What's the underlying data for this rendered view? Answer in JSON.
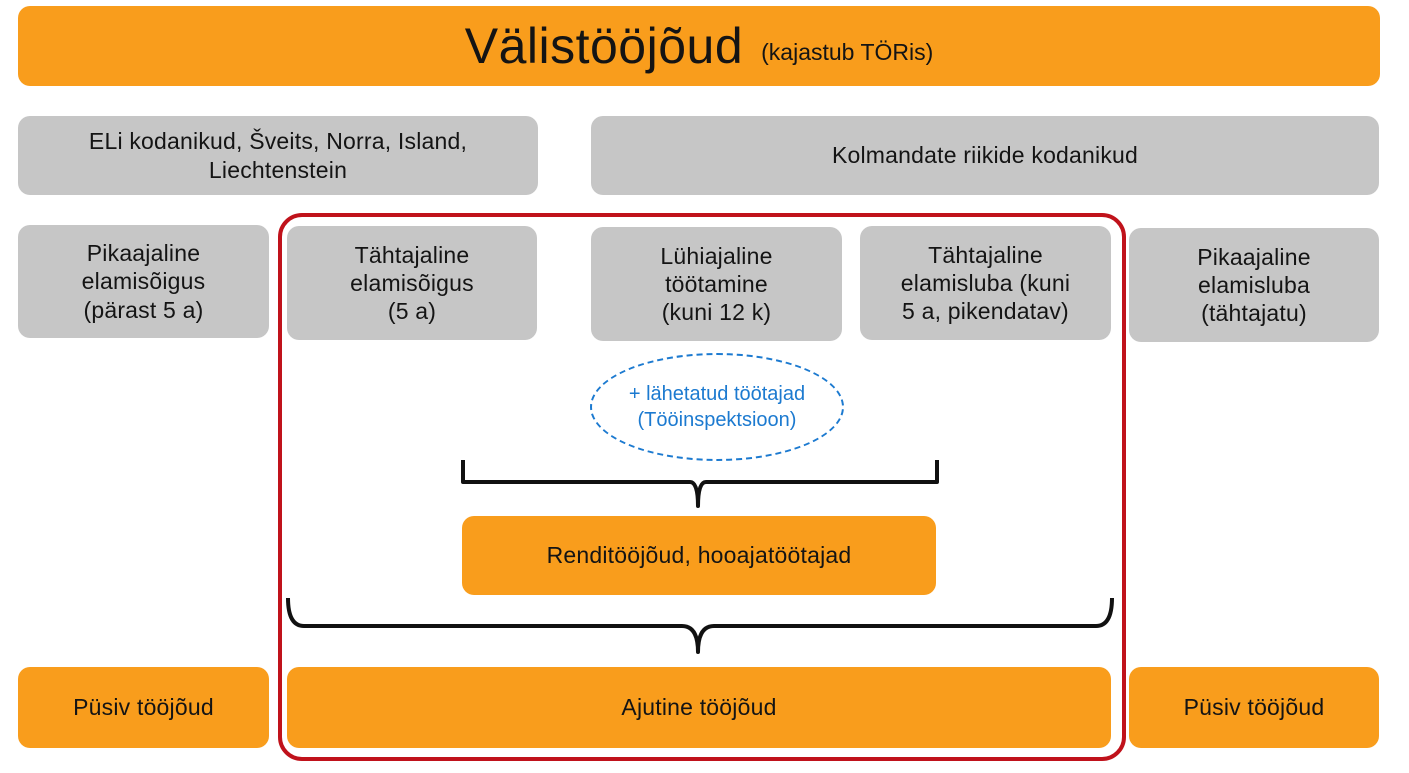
{
  "title": {
    "main": "Välistööjõud",
    "sub": "(kajastub TÖRis)"
  },
  "groups": {
    "eu": "ELi kodanikud, Šveits, Norra, Island,\nLiechtenstein",
    "third": "Kolmandate riikide kodanikud"
  },
  "categories": [
    "Pikaajaline\nelamisõigus\n(pärast 5 a)",
    "Tähtajaline\nelamisõigus\n(5 a)",
    "Lühiajaline\ntöötamine\n(kuni 12 k)",
    "Tähtajaline\nelamisluba (kuni\n5 a, pikendatav)",
    "Pikaajaline\nelamisluba\n(tähtajatu)"
  ],
  "posted_workers": "+ lähetatud töötajad\n(Tööinspektsioon)",
  "agency_seasonal": "Renditööjõud, hooajatöötajad",
  "workforce": {
    "permanent_left": "Püsiv tööjõud",
    "temporary": "Ajutine tööjõud",
    "permanent_right": "Püsiv tööjõud"
  },
  "colors": {
    "orange": "#f99d1c",
    "gray": "#c6c6c6",
    "frame_red": "#c0121b",
    "dashed_blue": "#1c7ad0"
  }
}
